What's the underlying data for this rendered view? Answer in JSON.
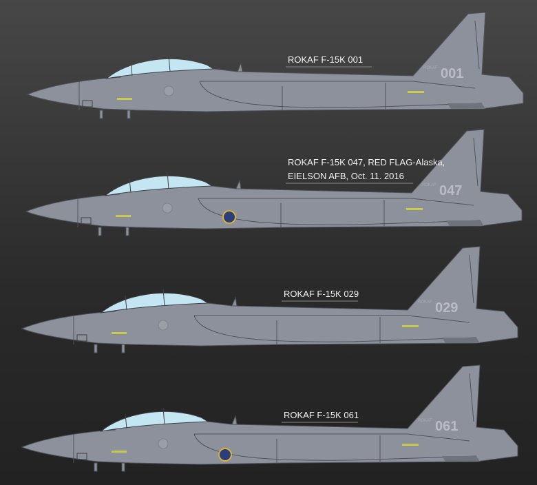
{
  "profiles": [
    {
      "caption": [
        "ROKAF F-15K 001"
      ],
      "tail_number": "001",
      "tail_prefix": "ROKAF",
      "squadron_badge": false
    },
    {
      "caption": [
        "ROKAF F-15K 047, RED FLAG-Alaska,",
        "EIELSON AFB, Oct. 11. 2016"
      ],
      "tail_number": "047",
      "tail_prefix": "ROKAF",
      "squadron_badge": true
    },
    {
      "caption": [
        "ROKAF F-15K 029"
      ],
      "tail_number": "029",
      "tail_prefix": "ROKAF",
      "squadron_badge": false
    },
    {
      "caption": [
        "ROKAF F-15K 061"
      ],
      "tail_number": "061",
      "tail_prefix": "ROKAF",
      "squadron_badge": true
    }
  ],
  "colors": {
    "aircraft": "#8d919b",
    "canopy": "#bfe3f0",
    "line": "#50535a"
  }
}
